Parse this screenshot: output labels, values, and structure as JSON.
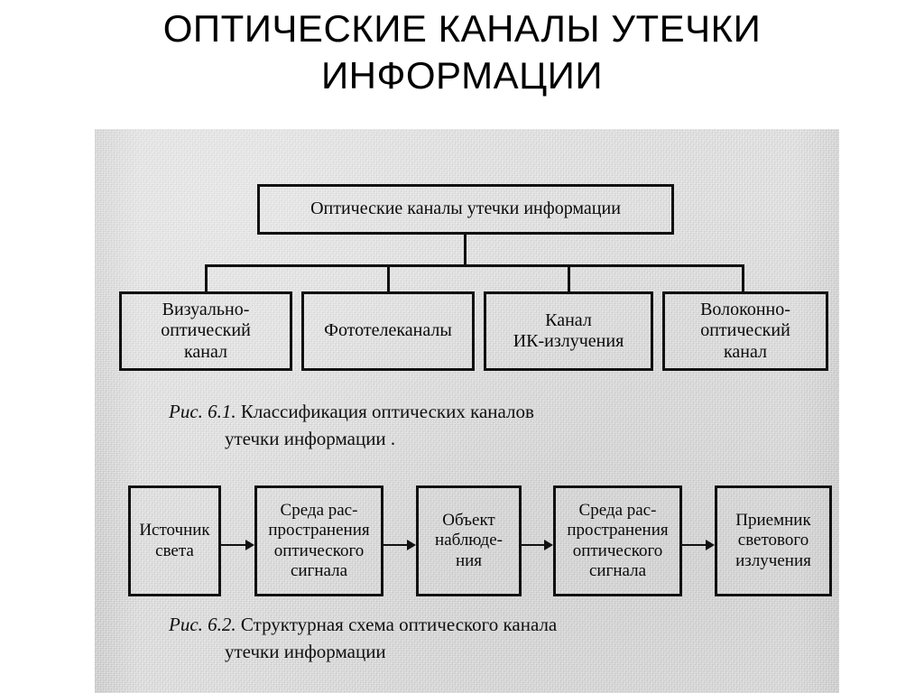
{
  "slide": {
    "title_line1": "ОПТИЧЕСКИЕ КАНАЛЫ УТЕЧКИ",
    "title_line2": "ИНФОРМАЦИИ"
  },
  "figure_1": {
    "root": "Оптические каналы утечки информации",
    "children": [
      "Визуально-\nоптический\nканал",
      "Фототелеканалы",
      "Канал\nИК-излучения",
      "Волоконно-\nоптический\nканал"
    ],
    "caption_number": "Рис. 6.1.",
    "caption_line1": " Классификация оптических каналов",
    "caption_line2": "утечки информации ."
  },
  "figure_2": {
    "stages": [
      "Источник\nсвета",
      "Среда рас-\nпространения\nоптического\nсигнала",
      "Объект\nнаблюде-\nния",
      "Среда рас-\nпространения\nоптического\nсигнала",
      "Приемник\nсветового\nизлучения"
    ],
    "caption_number": "Рис. 6.2.",
    "caption_line1": " Структурная схема оптического канала",
    "caption_line2": "утечки информации"
  },
  "colors": {
    "ink": "#111111",
    "paper": "#d4d4d4",
    "slide_background": "#ffffff",
    "title_text": "#000000"
  }
}
